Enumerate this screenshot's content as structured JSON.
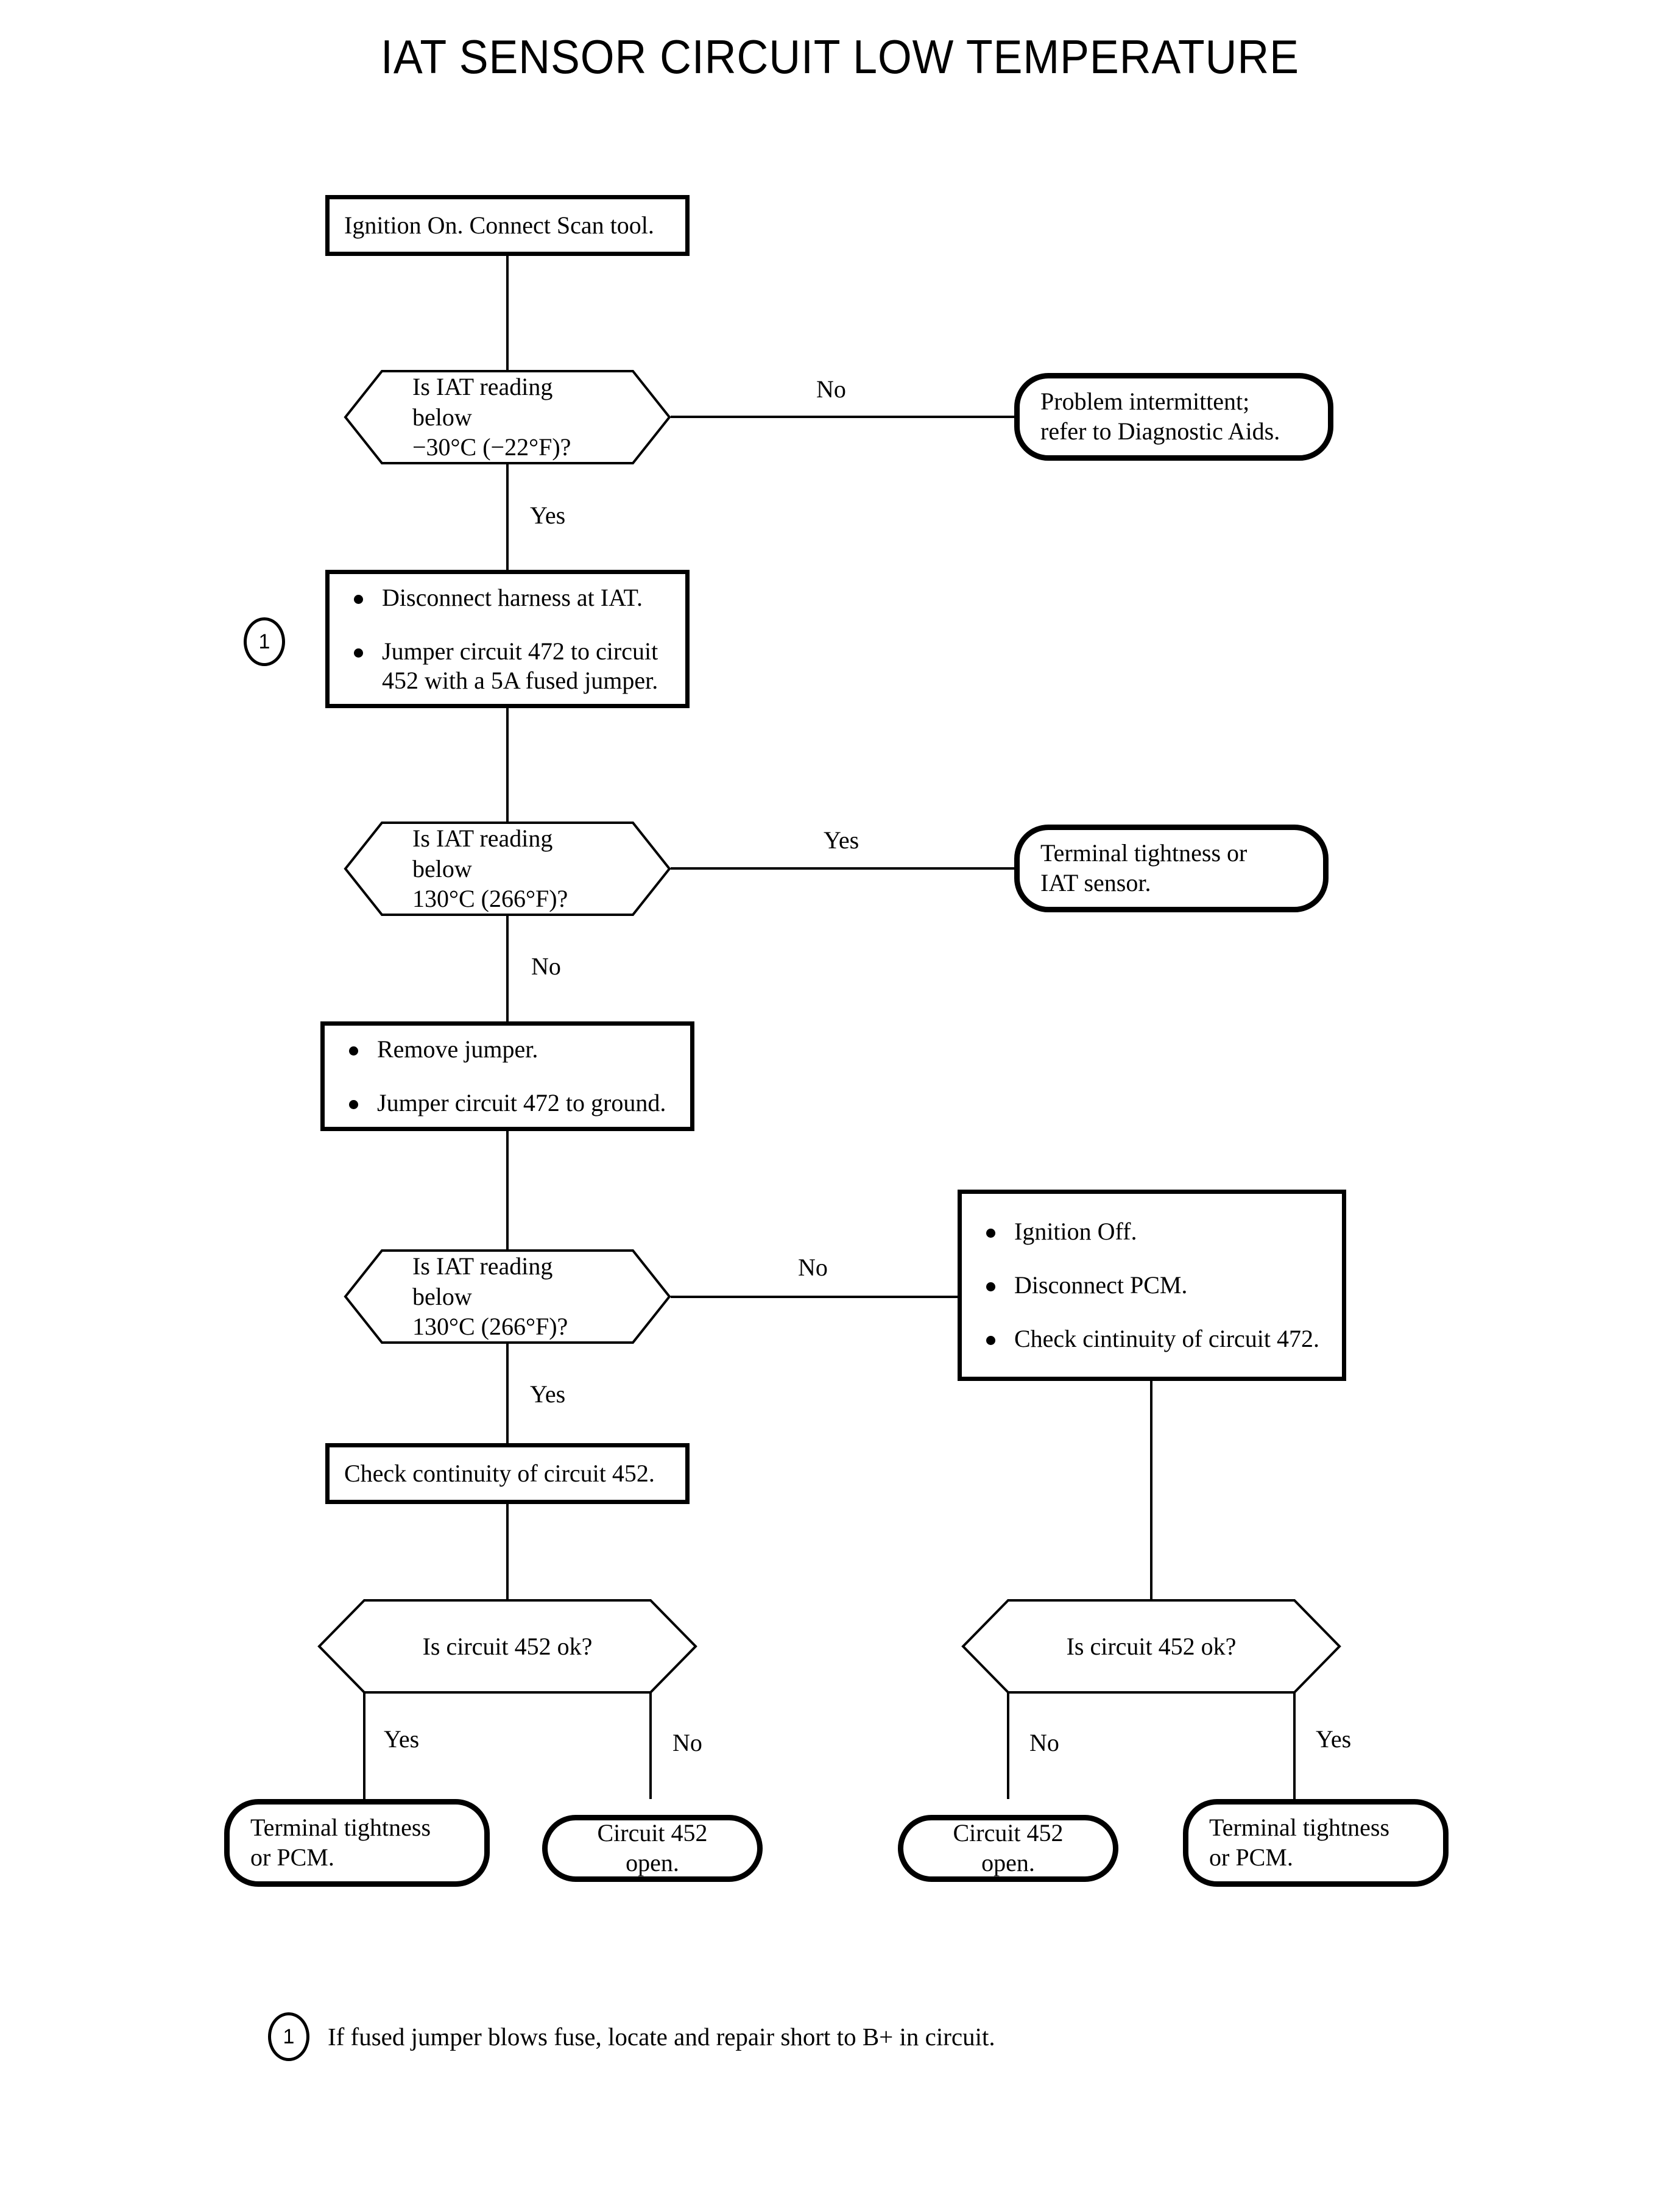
{
  "title": "IAT SENSOR CIRCUIT LOW TEMPERATURE",
  "colors": {
    "ink": "#000000",
    "paper": "#ffffff"
  },
  "nodes": {
    "start": {
      "type": "process",
      "text": "Ignition On. Connect Scan tool."
    },
    "decision1": {
      "type": "decision",
      "line1": "Is IAT reading below",
      "line2": "−30°C (−22°F)?"
    },
    "result_intermittent": {
      "type": "terminator",
      "line1": "Problem intermittent;",
      "line2": "refer to Diagnostic Aids."
    },
    "action_jumper": {
      "type": "process-bullets",
      "marker": "1",
      "bullets": [
        "Disconnect harness at IAT.",
        "Jumper circuit 472 to circuit 452 with a 5A fused jumper."
      ]
    },
    "decision2": {
      "type": "decision",
      "line1": "Is IAT reading below",
      "line2": "130°C (266°F)?"
    },
    "result_terminal_iat": {
      "type": "terminator",
      "line1": "Terminal tightness or",
      "line2": "IAT sensor."
    },
    "action_remove_jumper": {
      "type": "process-bullets",
      "bullets": [
        "Remove jumper.",
        "Jumper circuit 472 to ground."
      ]
    },
    "decision3": {
      "type": "decision",
      "line1": "Is IAT reading below",
      "line2": "130°C (266°F)?"
    },
    "action_check_472": {
      "type": "process-bullets",
      "bullets": [
        "Ignition Off.",
        "Disconnect PCM.",
        "Check cintinuity of circuit 472."
      ]
    },
    "action_check_452": {
      "type": "process",
      "text": "Check continuity of circuit 452."
    },
    "decision4_left": {
      "type": "decision",
      "line1": "Is circuit 452 ok?"
    },
    "decision4_right": {
      "type": "decision",
      "line1": "Is circuit 452 ok?"
    },
    "result_terminal_pcm_left": {
      "type": "terminator",
      "line1": "Terminal tightness",
      "line2": "or PCM."
    },
    "result_452_open_left": {
      "type": "terminator",
      "line1": "Circuit 452 open."
    },
    "result_452_open_right": {
      "type": "terminator",
      "line1": "Circuit 452 open."
    },
    "result_terminal_pcm_right": {
      "type": "terminator",
      "line1": "Terminal tightness",
      "line2": "or PCM."
    }
  },
  "branch_labels": {
    "d1_no": "No",
    "d1_yes": "Yes",
    "d2_yes": "Yes",
    "d2_no": "No",
    "d3_no": "No",
    "d3_yes": "Yes",
    "d4l_yes": "Yes",
    "d4l_no": "No",
    "d4r_no": "No",
    "d4r_yes": "Yes"
  },
  "footnote": {
    "marker": "1",
    "text": "If fused jumper blows fuse, locate and repair short to B+ in circuit."
  }
}
